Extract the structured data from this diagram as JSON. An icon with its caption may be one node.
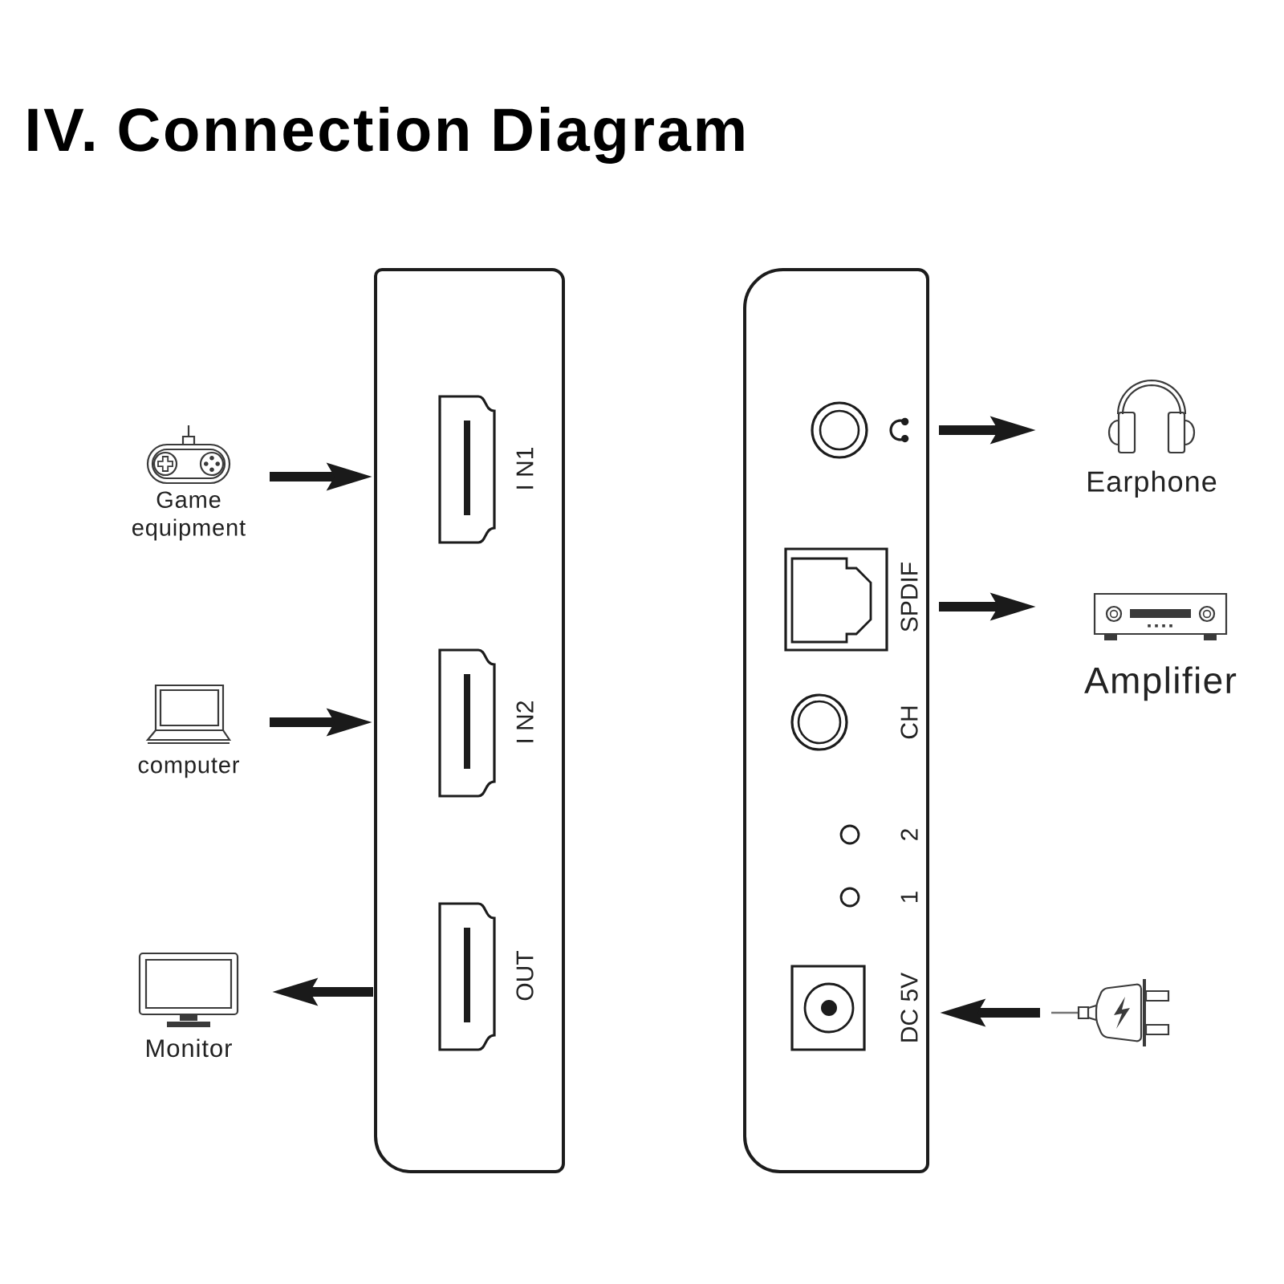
{
  "diagram": {
    "title": "IV. Connection Diagram",
    "nodes": [
      {
        "text": [
          "Game equipment"
        ]
      },
      {
        "text": [
          "computer"
        ]
      },
      {
        "text": [
          "Monitor"
        ]
      },
      {
        "text": [],
        "shape": "box"
      },
      {
        "text": [
          "I N1"
        ],
        "in": 3
      },
      {
        "text": [
          "I N2"
        ],
        "in": 3
      },
      {
        "text": [
          "OUT"
        ],
        "in": 3
      },
      {
        "text": [],
        "shape": "box"
      },
      {
        "text": [],
        "shape": "circle",
        "in": 7
      },
      {
        "text": [
          "SPDIF"
        ],
        "in": 7
      },
      {
        "text": [
          "CH"
        ],
        "in": 7
      },
      {
        "text": [
          "2"
        ],
        "in": 7
      },
      {
        "text": [
          "1"
        ],
        "in": 7
      },
      {
        "text": [
          "DC 5V"
        ],
        "in": 7
      },
      {
        "text": [
          "Earphone"
        ]
      },
      {
        "text": [
          "Amplifier"
        ]
      },
      {
        "text": [],
        "shape": "picture"
      }
    ],
    "edges": [
      {
        "from": 0,
        "to": 3,
        "arrow": "to"
      },
      {
        "from": 1,
        "to": 3,
        "arrow": "to"
      },
      {
        "from": 3,
        "to": 2,
        "arrow": "to"
      },
      {
        "from": 7,
        "to": 14,
        "arrow": "to"
      },
      {
        "from": 7,
        "to": 15,
        "arrow": "to"
      },
      {
        "from": 16,
        "to": 7,
        "arrow": "to"
      }
    ]
  }
}
